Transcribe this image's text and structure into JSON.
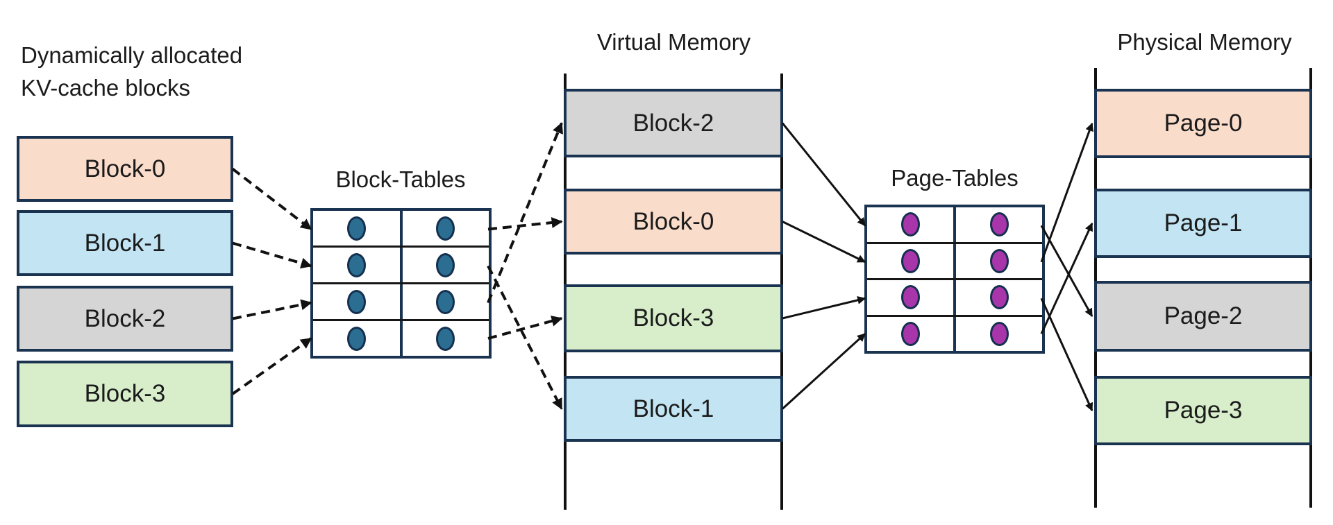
{
  "diagram": {
    "kv_stack": {
      "title_line1": "Dynamically allocated",
      "title_line2": "KV-cache blocks",
      "blocks": [
        {
          "label": "Block-0",
          "color": "#FADCCB"
        },
        {
          "label": "Block-1",
          "color": "#C2E4F3"
        },
        {
          "label": "Block-2",
          "color": "#D5D5D5"
        },
        {
          "label": "Block-3",
          "color": "#D8EECB"
        }
      ]
    },
    "block_table": {
      "title": "Block-Tables",
      "rows": 4,
      "cols": 2,
      "dot_color": "#2B6E92"
    },
    "virtual_memory": {
      "title": "Virtual Memory",
      "slots": [
        {
          "label": "Block-2",
          "color": "#D5D5D5"
        },
        {
          "label": "Block-0",
          "color": "#FADCCB"
        },
        {
          "label": "Block-3",
          "color": "#D8EECB"
        },
        {
          "label": "Block-1",
          "color": "#C2E4F3"
        }
      ]
    },
    "page_table": {
      "title": "Page-Tables",
      "rows": 4,
      "cols": 2,
      "dot_color": "#A935AB"
    },
    "physical_memory": {
      "title": "Physical Memory",
      "slots": [
        {
          "label": "Page-0",
          "color": "#FADCCB"
        },
        {
          "label": "Page-1",
          "color": "#C2E4F3"
        },
        {
          "label": "Page-2",
          "color": "#D5D5D5"
        },
        {
          "label": "Page-3",
          "color": "#D8EECB"
        }
      ]
    },
    "colors": {
      "border_hex": "#1A3350",
      "arrow_hex": "#111111",
      "block_table_dot_hex": "#2B6E92",
      "page_table_dot_hex": "#A935AB"
    },
    "arrows": [
      {
        "from": "kv-block-0",
        "to": "block-table-row-0",
        "style": "dashed"
      },
      {
        "from": "kv-block-1",
        "to": "block-table-row-1",
        "style": "dashed"
      },
      {
        "from": "kv-block-2",
        "to": "block-table-row-2",
        "style": "dashed"
      },
      {
        "from": "kv-block-3",
        "to": "block-table-row-3",
        "style": "dashed"
      },
      {
        "from": "block-table-row-0",
        "to": "vm-slot-1",
        "style": "dashed"
      },
      {
        "from": "block-table-row-1",
        "to": "vm-slot-3",
        "style": "dashed"
      },
      {
        "from": "block-table-row-2",
        "to": "vm-slot-0",
        "style": "dashed"
      },
      {
        "from": "block-table-row-3",
        "to": "vm-slot-2",
        "style": "dashed"
      },
      {
        "from": "vm-slot-0",
        "to": "page-table-row-0",
        "style": "solid"
      },
      {
        "from": "vm-slot-1",
        "to": "page-table-row-1",
        "style": "solid"
      },
      {
        "from": "vm-slot-2",
        "to": "page-table-row-2",
        "style": "solid"
      },
      {
        "from": "vm-slot-3",
        "to": "page-table-row-3",
        "style": "solid"
      },
      {
        "from": "page-table-row-0",
        "to": "pm-slot-2",
        "style": "solid"
      },
      {
        "from": "page-table-row-1",
        "to": "pm-slot-0",
        "style": "solid"
      },
      {
        "from": "page-table-row-2",
        "to": "pm-slot-3",
        "style": "solid"
      },
      {
        "from": "page-table-row-3",
        "to": "pm-slot-1",
        "style": "solid"
      }
    ]
  }
}
